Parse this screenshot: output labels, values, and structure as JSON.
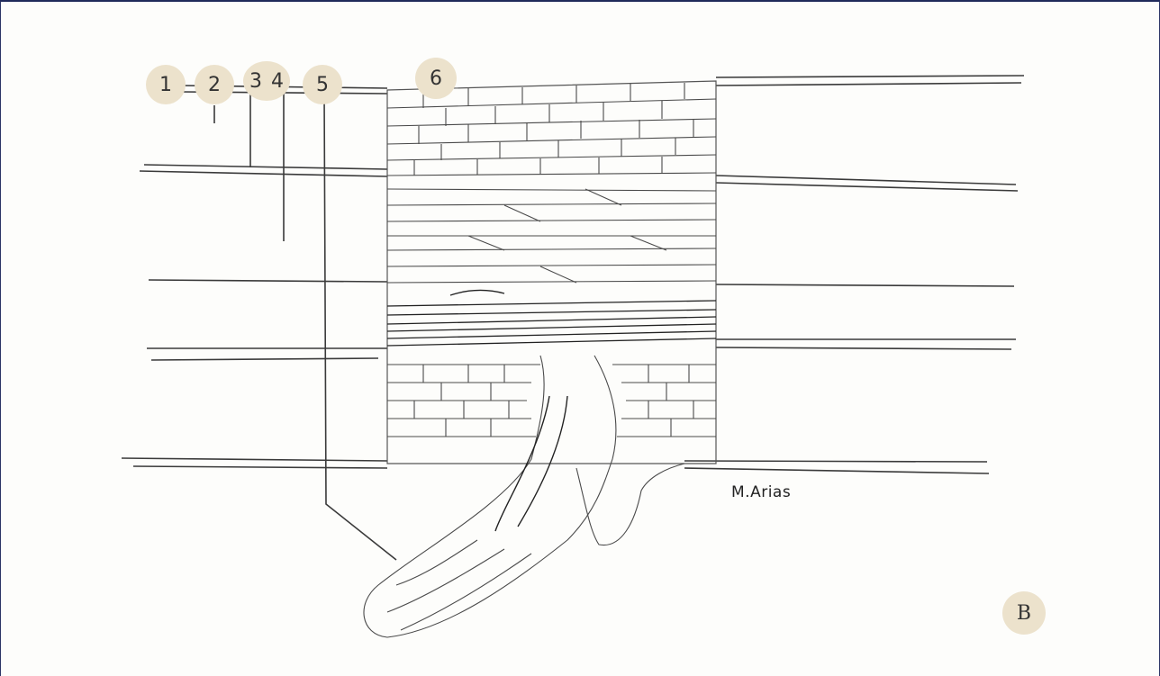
{
  "figure": {
    "labels": {
      "l1": "1",
      "l2": "2",
      "l3": "3",
      "l4": "4",
      "l5": "5",
      "l6": "6"
    },
    "signature": "M.Arias",
    "panel_letter": "B"
  },
  "colors": {
    "ink": "#333333",
    "label_disc": "#ece2cc",
    "paper": "#fdfdfb",
    "border": "#1f2a5a"
  }
}
